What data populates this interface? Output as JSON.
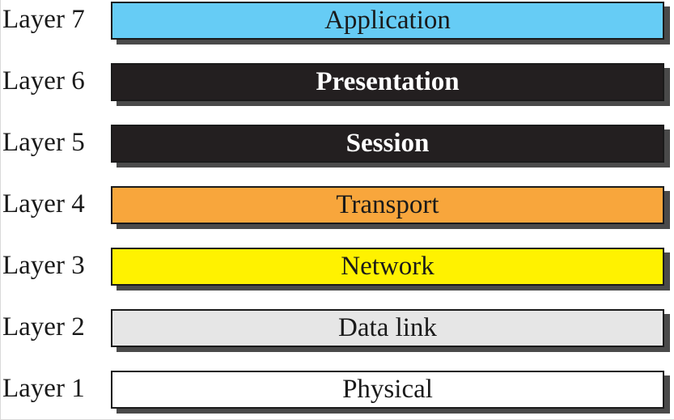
{
  "layers": [
    {
      "label": "Layer 7",
      "name": "Application",
      "fill": "#66ccf5",
      "text_color": "#1a1a1a",
      "bold": false
    },
    {
      "label": "Layer 6",
      "name": "Presentation",
      "fill": "#231f20",
      "text_color": "#ffffff",
      "bold": true
    },
    {
      "label": "Layer 5",
      "name": "Session",
      "fill": "#231f20",
      "text_color": "#ffffff",
      "bold": true
    },
    {
      "label": "Layer 4",
      "name": "Transport",
      "fill": "#f8a63c",
      "text_color": "#1a1a1a",
      "bold": false
    },
    {
      "label": "Layer 3",
      "name": "Network",
      "fill": "#fff200",
      "text_color": "#1a1a1a",
      "bold": false
    },
    {
      "label": "Layer 2",
      "name": "Data link",
      "fill": "#e6e6e6",
      "text_color": "#1a1a1a",
      "bold": false
    },
    {
      "label": "Layer 1",
      "name": "Physical",
      "fill": "#ffffff",
      "text_color": "#1a1a1a",
      "bold": false
    }
  ]
}
